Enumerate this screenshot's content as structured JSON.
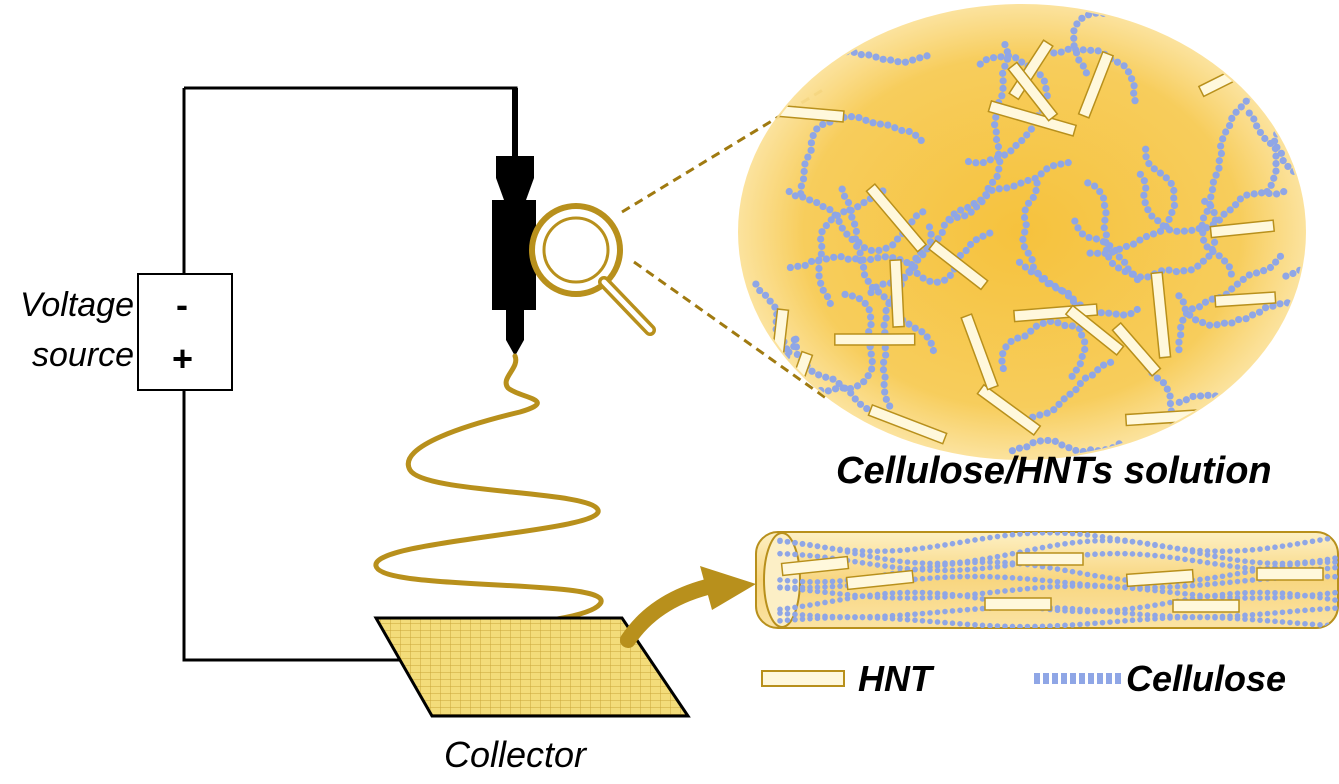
{
  "labels": {
    "voltage_line1": "Voltage",
    "voltage_line2": "source",
    "minus": "-",
    "plus": "+",
    "collector": "Collector",
    "solution": "Cellulose/HNTs solution",
    "legend_hnt": "HNT",
    "legend_cellulose": "Cellulose"
  },
  "colors": {
    "gold": "#b8901c",
    "gold_dark": "#a07a10",
    "solution_fill": "#f7c94e",
    "cellulose_blue": "#8fa6e6",
    "hnt_fill": "#fff8dc",
    "wire": "#000000",
    "syringe": "#000000"
  },
  "icons": [
    "magnifier-icon",
    "arrow-icon",
    "syringe-icon"
  ]
}
